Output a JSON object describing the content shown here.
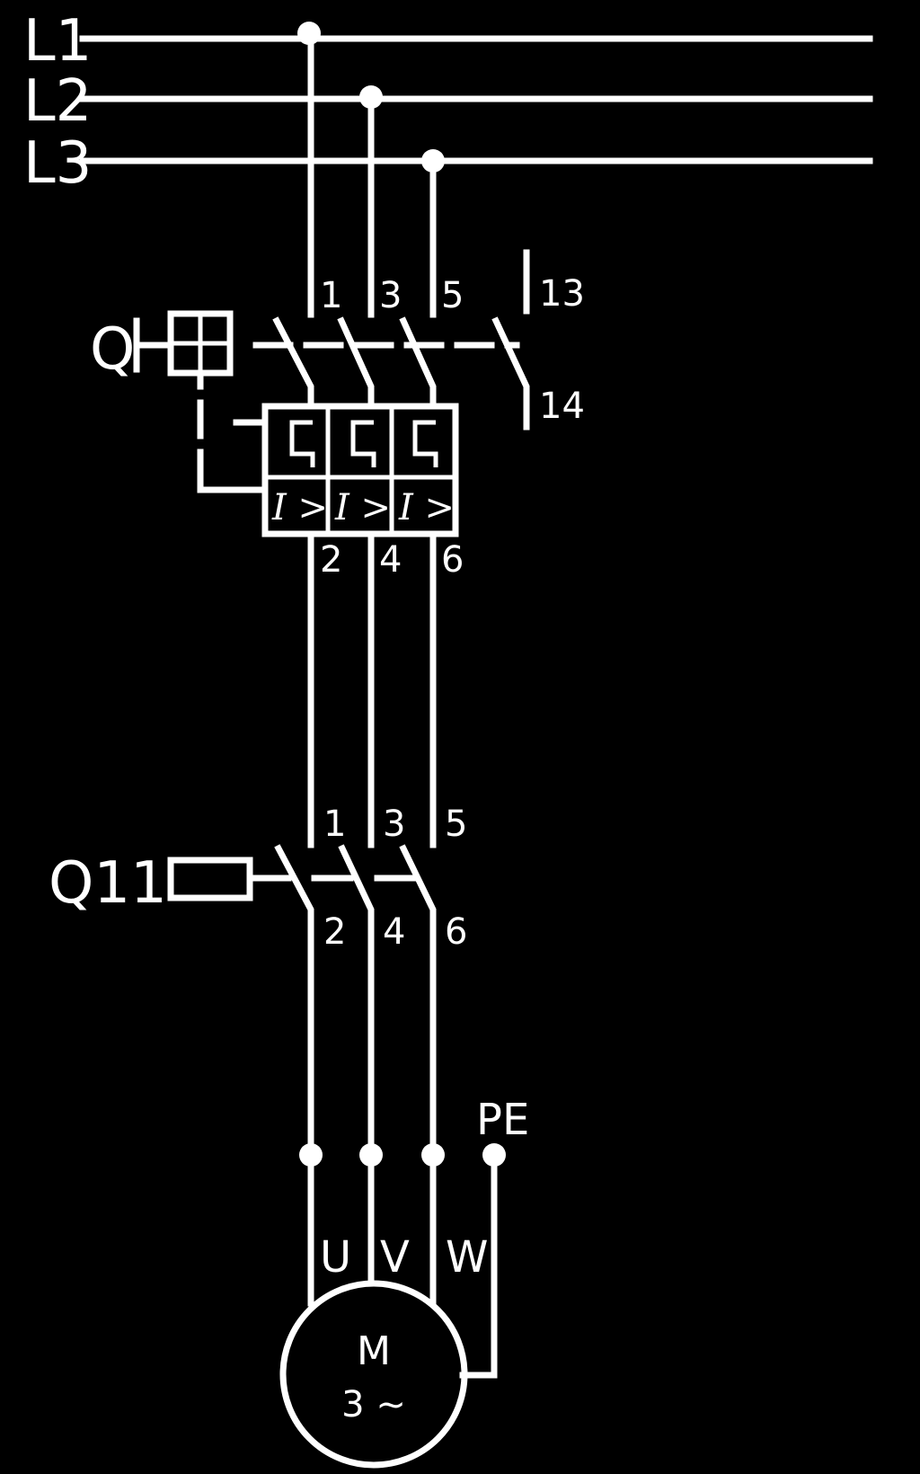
{
  "colors": {
    "background": "#000000",
    "stroke": "#ffffff"
  },
  "supply": {
    "l1": "L1",
    "l2": "L2",
    "l3": "L3"
  },
  "breaker": {
    "label": "Q",
    "terminals_in": [
      "1",
      "3",
      "5"
    ],
    "terminals_out": [
      "2",
      "4",
      "6"
    ],
    "aux_contact": [
      "13",
      "14"
    ],
    "trip_symbol": "I >"
  },
  "contactor": {
    "label": "Q11",
    "terminals_in": [
      "1",
      "3",
      "5"
    ],
    "terminals_out": [
      "2",
      "4",
      "6"
    ]
  },
  "ground": {
    "label": "PE"
  },
  "motor": {
    "windings": [
      "U",
      "V",
      "W"
    ],
    "label": "M",
    "phase": "3 ~"
  }
}
